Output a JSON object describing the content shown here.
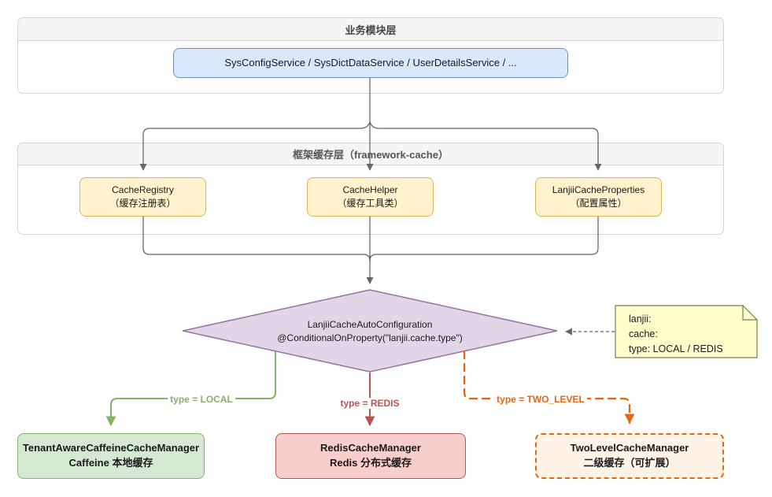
{
  "business": {
    "title": "业务模块层",
    "services": "SysConfigService / SysDictDataService / UserDetailsService / ..."
  },
  "framework": {
    "title": "框架缓存层（framework-cache）",
    "components": [
      {
        "name": "CacheRegistry",
        "desc": "（缓存注册表）"
      },
      {
        "name": "CacheHelper",
        "desc": "（缓存工具类）"
      },
      {
        "name": "LanjiiCacheProperties",
        "desc": "（配置属性）"
      }
    ]
  },
  "decision": {
    "title": "LanjiiCacheAutoConfiguration",
    "condition": "@ConditionalOnProperty(\"lanjii.cache.type\")"
  },
  "note": {
    "line1": "lanjii:",
    "line2": "cache:",
    "line3": "type: LOCAL / REDIS"
  },
  "branches": {
    "local": {
      "label": "type = LOCAL",
      "color": "#82B366"
    },
    "redis": {
      "label": "type = REDIS",
      "color": "#B85450"
    },
    "two_level": {
      "label": "type = TWO_LEVEL",
      "color": "#E8650D"
    }
  },
  "managers": {
    "local": {
      "name": "TenantAwareCaffeineCacheManager",
      "desc": "Caffeine 本地缓存"
    },
    "redis": {
      "name": "RedisCacheManager",
      "desc": "Redis 分布式缓存"
    },
    "two_level": {
      "name": "TwoLevelCacheManager",
      "desc": "二级缓存（可扩展）"
    }
  },
  "colors": {
    "blue_fill": "#DAE8FC",
    "blue_border": "#6C8EBF",
    "yellow_fill": "#FFF2CC",
    "yellow_border": "#D6B656",
    "purple_fill": "#E1D5E7",
    "purple_border": "#9673A6",
    "green_fill": "#D5E8D4",
    "green_border": "#82B366",
    "red_fill": "#F8CECC",
    "red_border": "#B85450",
    "orange_fill": "#FFF3E6",
    "orange_border": "#E8650D",
    "note_fill": "#FFFFCC",
    "note_border": "#7A7A52",
    "edge_gray": "#666666"
  }
}
